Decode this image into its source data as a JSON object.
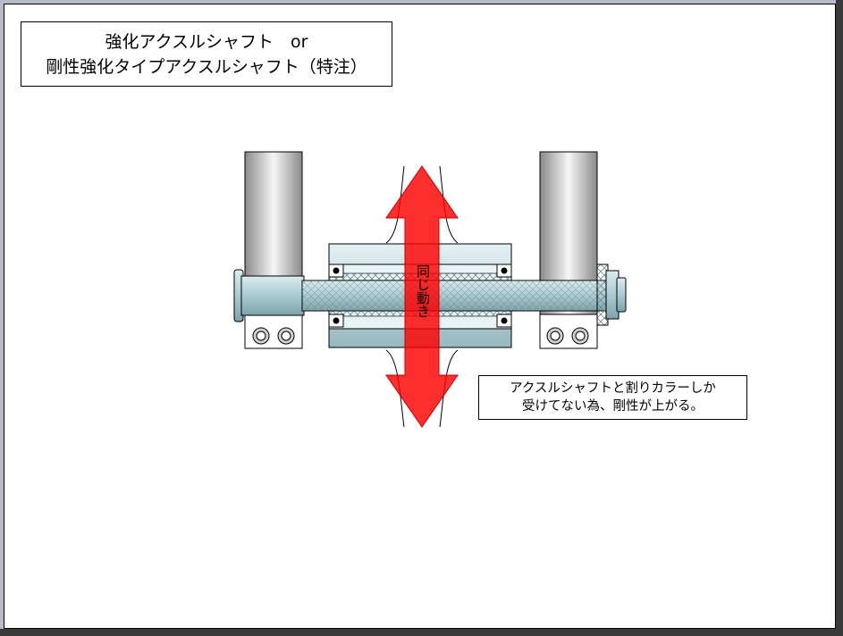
{
  "title": {
    "line1": "強化アクスルシャフト　or",
    "line2": "剛性強化タイプアクスルシャフト（特注）"
  },
  "arrow_label": "同じ動き",
  "note": {
    "line1": "アクスルシャフトと割りカラーしか",
    "line2": "受けてない為、剛性が上がる。"
  },
  "colors": {
    "fork_metal": "#9a9a9a",
    "axle": "#c2dde2",
    "hub": "#c5dfe3",
    "arrow": "#ff0000",
    "stroke": "#000000"
  }
}
